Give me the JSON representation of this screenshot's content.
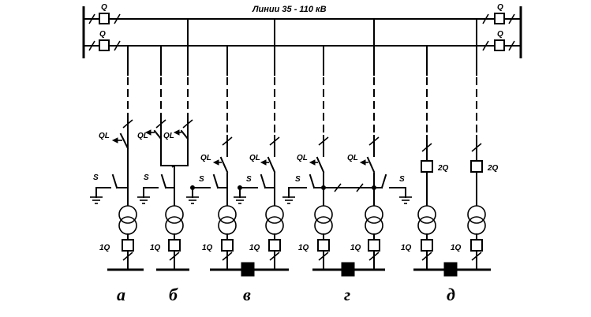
{
  "title": "Линии 35 - 110 кВ",
  "labels": {
    "q": "Q",
    "ql": "QL",
    "s": "S",
    "q1": "1Q",
    "q2": "2Q"
  },
  "captions": [
    "а",
    "б",
    "в",
    "г",
    "д"
  ]
}
